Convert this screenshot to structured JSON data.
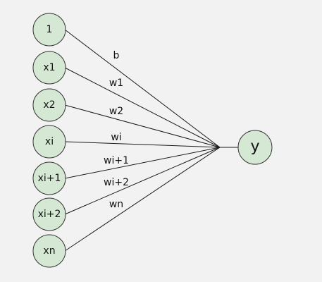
{
  "colors": {
    "background": "#f2f2f2",
    "node_fill": "#d5e8d4",
    "node_stroke": "#333333",
    "edge": "#1a1a1a"
  },
  "inputs": [
    {
      "id": "bias",
      "label": "1",
      "weight": "b"
    },
    {
      "id": "x1",
      "label": "x1",
      "weight": "w1"
    },
    {
      "id": "x2",
      "label": "x2",
      "weight": "w2"
    },
    {
      "id": "xi",
      "label": "xi",
      "weight": "wi"
    },
    {
      "id": "xi+1",
      "label": "xi+1",
      "weight": "wi+1"
    },
    {
      "id": "xi+2",
      "label": "xi+2",
      "weight": "wi+2"
    },
    {
      "id": "xn",
      "label": "xn",
      "weight": "wn"
    }
  ],
  "output": {
    "label": "y"
  }
}
